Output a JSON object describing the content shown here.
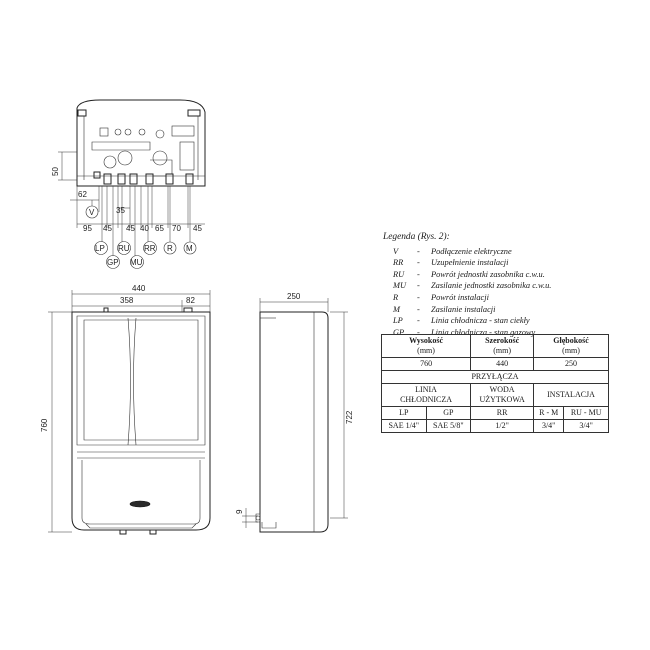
{
  "dimensions": {
    "h50": "50",
    "d62": "62",
    "d95": "95",
    "d45a": "45",
    "d35": "35",
    "d45b": "45",
    "d40": "40",
    "d65": "65",
    "d70": "70",
    "d45c": "45",
    "width440": "440",
    "d358": "358",
    "d82": "82",
    "height760": "760",
    "depth250": "250",
    "height722": "722",
    "d9": "9"
  },
  "connectors": [
    "V",
    "LP",
    "GP",
    "RU",
    "MU",
    "RR",
    "R",
    "M"
  ],
  "legend": {
    "title": "Legenda (Rys. 2):",
    "items": [
      {
        "code": "V",
        "desc": "Podłączenie elektryczne"
      },
      {
        "code": "RR",
        "desc": "Uzupełnienie instalacji"
      },
      {
        "code": "RU",
        "desc": "Powrót jednostki zasobnika c.w.u."
      },
      {
        "code": "MU",
        "desc": "Zasilanie jednostki zasobnika c.w.u."
      },
      {
        "code": "R",
        "desc": "Powrót instalacji"
      },
      {
        "code": "M",
        "desc": "Zasilanie instalacji"
      },
      {
        "code": "LP",
        "desc": "Linia chłodnicza - stan ciekły"
      },
      {
        "code": "GP",
        "desc": "Linia chłodnicza - stan gazowy"
      }
    ]
  },
  "spec": {
    "h1": "Wysokość",
    "h2": "Szerokość",
    "h3": "Głębokość",
    "unit": "(mm)",
    "v1": "760",
    "v2": "440",
    "v3": "250",
    "przylacza": "PRZYŁĄCZA",
    "g1a": "LINIA",
    "g1b": "CHŁODNICZA",
    "g2a": "WODA",
    "g2b": "UŻYTKOWA",
    "g3": "INSTALACJA",
    "c1": "LP",
    "c2": "GP",
    "c3": "RR",
    "c4": "R - M",
    "c5": "RU - MU",
    "x1": "SAE 1/4\"",
    "x2": "SAE 5/8\"",
    "x3": "1/2\"",
    "x4": "3/4\"",
    "x5": "3/4\""
  }
}
